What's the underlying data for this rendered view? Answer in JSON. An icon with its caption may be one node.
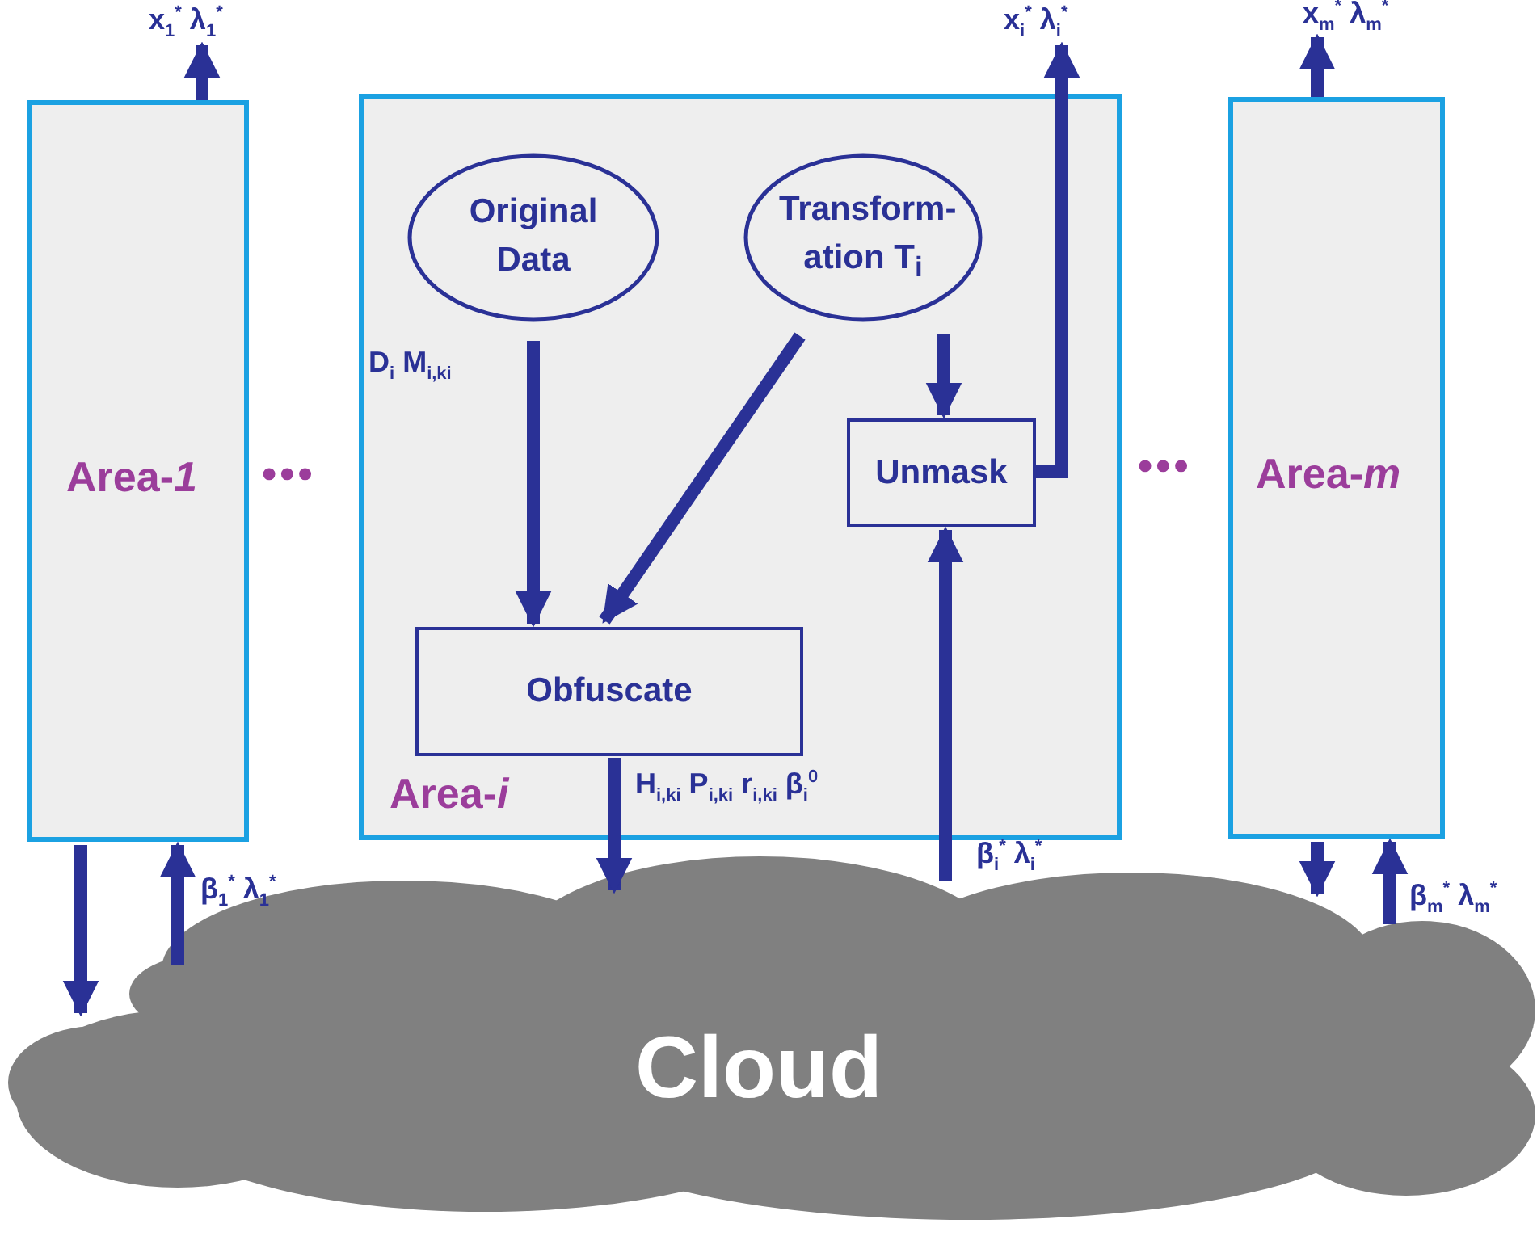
{
  "diagram": {
    "nodes": [
      {
        "text": [
          "Area-*1*"
        ]
      },
      {
        "text": [
          "Area-*i*"
        ]
      },
      {
        "text": [
          "Original Data"
        ],
        "in": 1
      },
      {
        "text": [
          "Transform- ation T$_{i}$"
        ],
        "in": 1
      },
      {
        "text": [
          "Obfuscate"
        ],
        "in": 1
      },
      {
        "text": [
          "Unmask"
        ],
        "in": 1
      },
      {
        "text": [
          "Area-*m*"
        ]
      },
      {
        "text": [
          "Cloud"
        ]
      }
    ],
    "edges": [
      {
        "from": 0,
        "to": null,
        "arrow": "to",
        "label": "x$_{1}$$^{*}$  λ$_{1}$$^{*}$"
      },
      {
        "from": 0,
        "to": 7,
        "arrow": "to"
      },
      {
        "from": 7,
        "to": 0,
        "arrow": "to",
        "label": "β$_{1}$$^{*}$ λ$_{1}$$^{*}$"
      },
      {
        "from": 2,
        "to": 4,
        "arrow": "to",
        "label": "D$_{i}$  M$_{i,ki}$"
      },
      {
        "from": 3,
        "to": 4,
        "arrow": "to"
      },
      {
        "from": 3,
        "to": 5,
        "arrow": "to"
      },
      {
        "from": 5,
        "to": null,
        "arrow": "to",
        "label": "x$_{i}$$^{*}$  λ$_{i}$$^{*}$"
      },
      {
        "from": 4,
        "to": 7,
        "arrow": "to",
        "label": "H$_{i,ki}$ P$_{i,ki}$ r$_{i,ki}$ β$_{i}$$^{0}$"
      },
      {
        "from": 7,
        "to": 5,
        "arrow": "to",
        "label": "β$_{i}$$^{*}$ λ$_{i}$$^{*}$"
      },
      {
        "from": 6,
        "to": null,
        "arrow": "to",
        "label": "x$_{m}$$^{*}$  λ$_{m}$$^{*}$"
      },
      {
        "from": 6,
        "to": 7,
        "arrow": "to"
      },
      {
        "from": 7,
        "to": 6,
        "arrow": "to",
        "label": "β$_{m}$$^{*}$ λ$_{m}$$^{*}$"
      }
    ],
    "labels": [
      "•••",
      "•••"
    ]
  }
}
